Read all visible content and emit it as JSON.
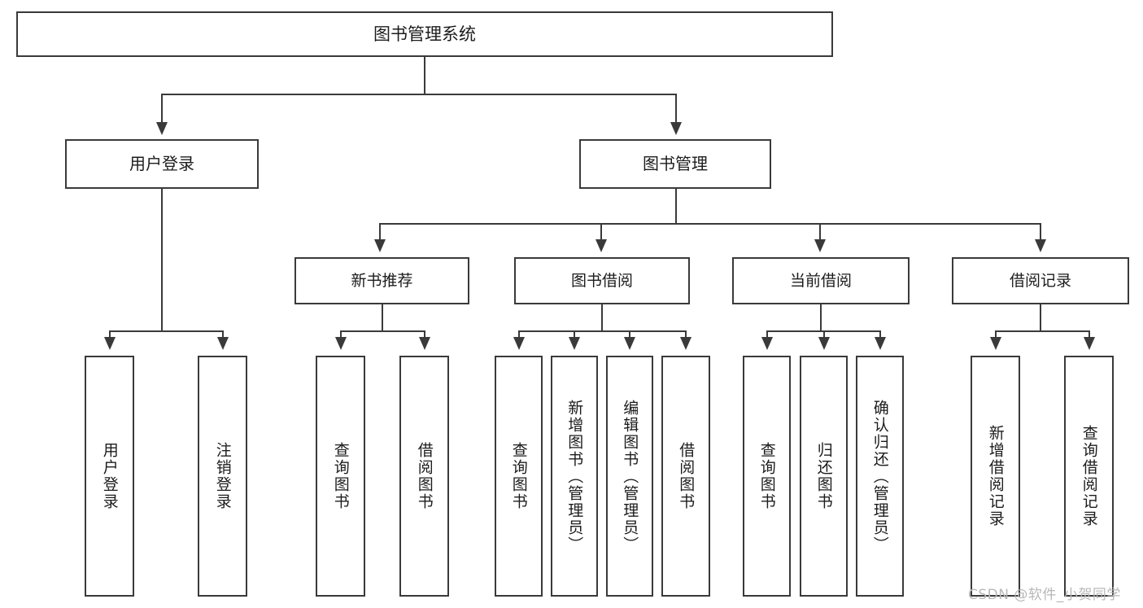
{
  "diagram": {
    "title": "图书管理系统",
    "type": "hierarchy-tree",
    "background_color": "#ffffff",
    "border_color": "#3a3a3a",
    "text_color": "#1c1c1c"
  },
  "root": {
    "label": "图书管理系统"
  },
  "level2": [
    {
      "label": "用户登录"
    },
    {
      "label": "图书管理"
    }
  ],
  "level3": [
    {
      "label": "新书推荐"
    },
    {
      "label": "图书借阅"
    },
    {
      "label": "当前借阅"
    },
    {
      "label": "借阅记录"
    }
  ],
  "leaves": [
    {
      "label": "用户登录"
    },
    {
      "label": "注销登录"
    },
    {
      "label": "查询图书"
    },
    {
      "label": "借阅图书"
    },
    {
      "label": "查询图书"
    },
    {
      "label": "新增图书（管理员）"
    },
    {
      "label": "编辑图书（管理员）"
    },
    {
      "label": "借阅图书"
    },
    {
      "label": "查询图书"
    },
    {
      "label": "归还图书"
    },
    {
      "label": "确认归还（管理员）"
    },
    {
      "label": "新增借阅记录"
    },
    {
      "label": "查询借阅记录"
    }
  ],
  "watermark": {
    "text": "CSDN @软件_小贺同学",
    "color": "#b8b8b8"
  }
}
